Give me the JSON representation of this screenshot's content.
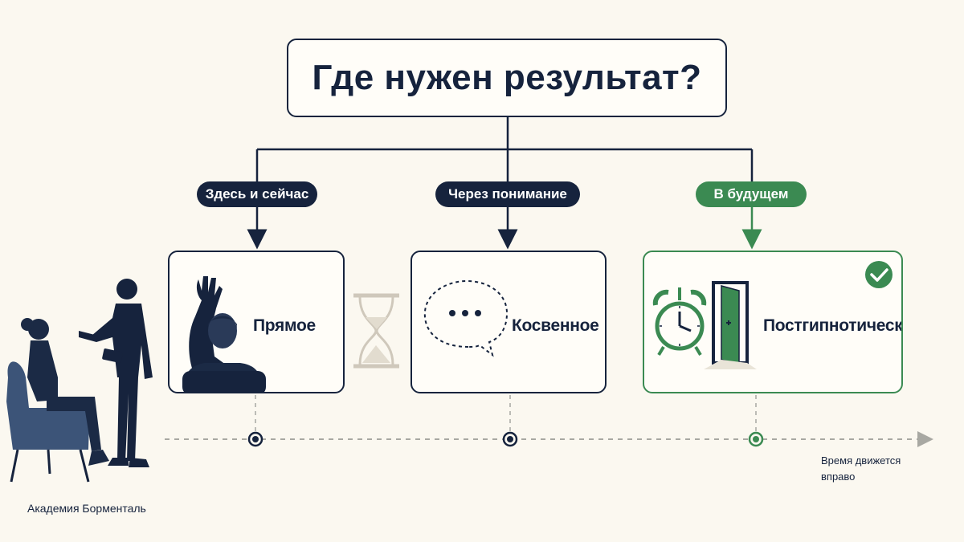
{
  "title": "Где нужен результат?",
  "branches": [
    {
      "tag": "Здесь и сейчас",
      "label": "Прямое"
    },
    {
      "tag": "Через понимание",
      "label": "Косвенное"
    },
    {
      "tag": "В будущем",
      "label": "Постгипнотическое"
    }
  ],
  "timeline_note": "Время движется вправо",
  "footer": "Академия Борменталь",
  "colors": {
    "navy": "#16233d",
    "green": "#3b8a52",
    "background": "#fbf8f0",
    "muted": "#a8a8a2"
  },
  "icons": [
    "raised-hand-person-icon",
    "hourglass-icon",
    "speech-bubble-icon",
    "alarm-clock-icon",
    "open-door-icon",
    "check-icon",
    "hypnotist-scene-icon"
  ]
}
